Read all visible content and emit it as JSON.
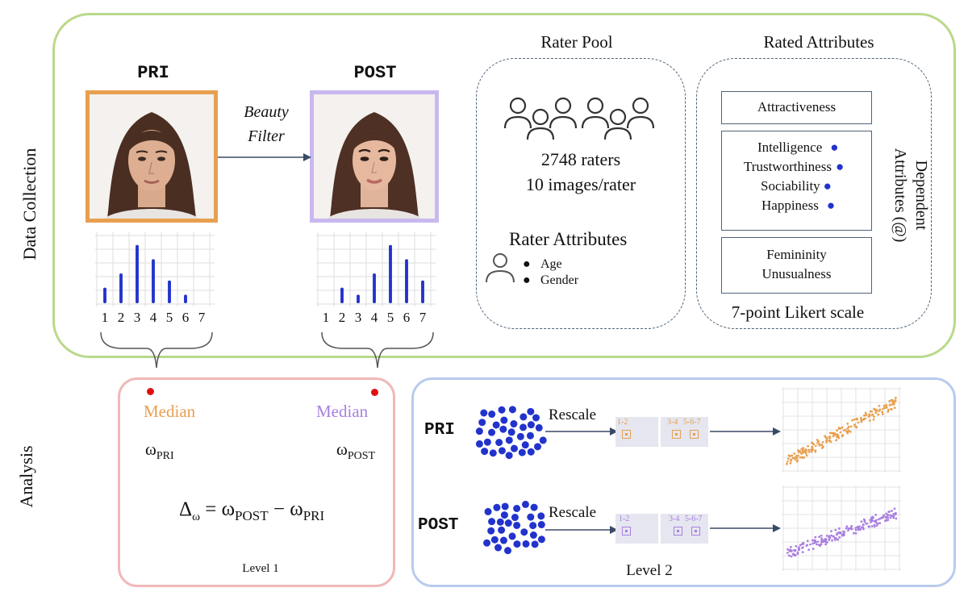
{
  "side_labels": {
    "top": "Data Collection",
    "bottom": "Analysis"
  },
  "collection": {
    "pri_label": "PRI",
    "post_label": "POST",
    "filter_label_line1": "Beauty",
    "filter_label_line2": "Filter",
    "pri_hist_ticks": [
      "1",
      "2",
      "3",
      "4",
      "5",
      "6",
      "7"
    ],
    "post_hist_ticks": [
      "1",
      "2",
      "3",
      "4",
      "5",
      "6",
      "7"
    ],
    "pri_hist_counts": [
      2,
      4,
      8,
      6,
      3,
      1,
      0
    ],
    "post_hist_counts": [
      0,
      2,
      1,
      4,
      8,
      6,
      3
    ],
    "dot_color": "#2233cc"
  },
  "rater_pool": {
    "title": "Rater Pool",
    "raters_line": "2748 raters",
    "images_line": "10 images/rater",
    "attributes_title": "Rater Attributes",
    "attributes": [
      "Age",
      "Gender"
    ]
  },
  "rated_attributes": {
    "title": "Rated Attributes",
    "top_item": "Attractiveness",
    "dependent_items": [
      "Intelligence",
      "Trustworthiness",
      "Sociability",
      "Happiness"
    ],
    "dependent_label_line1": "Dependent",
    "dependent_label_line2": "Attributes (@)",
    "bottom_items": [
      "Femininity",
      "Unusualness"
    ],
    "scale_label": "7-point Likert scale"
  },
  "level1": {
    "median_left": "Median",
    "median_right": "Median",
    "omega_pri_base": "ω",
    "omega_pri_sub": "PRI",
    "omega_post_base": "ω",
    "omega_post_sub": "POST",
    "formula_delta": "Δ",
    "formula_delta_sub": "ω",
    "formula_eq": " = ",
    "formula_post_base": "ω",
    "formula_post_sub": "POST",
    "formula_minus": " − ",
    "formula_pri_base": "ω",
    "formula_pri_sub": "PRI",
    "label": "Level 1",
    "pri_color": "#e8a050",
    "post_color": "#a97fe0"
  },
  "level2": {
    "pri_label": "PRI",
    "post_label": "POST",
    "rescale_label": "Rescale",
    "bins": [
      "1-2",
      "3-4",
      "5-6-7"
    ],
    "label": "Level 2"
  }
}
